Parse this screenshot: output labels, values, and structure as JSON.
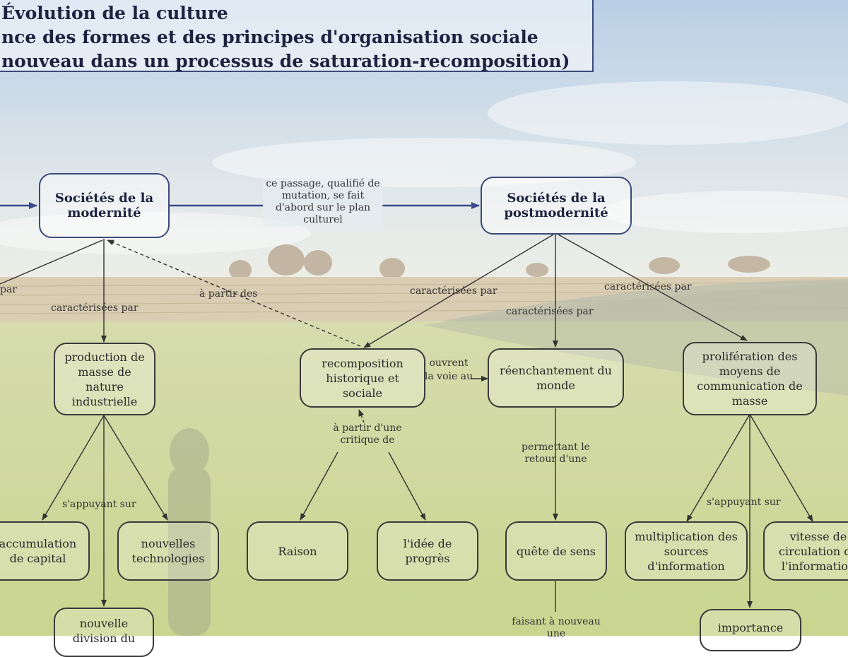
{
  "title": {
    "line1": "Évolution de la culture",
    "line2": "nce des formes et des principes d'organisation sociale",
    "line3": "nouveau dans un processus de saturation-recomposition)"
  },
  "nodes": {
    "modernite": "Sociétés de la modernité",
    "postmodernite": "Sociétés de la postmodernité",
    "production": "production de masse de nature industrielle",
    "recomposition": "recomposition historique et sociale",
    "reenchantement": "réenchantement du monde",
    "proliferation": "prolifération des moyens de communication de masse",
    "accumulation": "accumulation de capital",
    "technologies": "nouvelles technologies",
    "raison": "Raison",
    "progres": "l'idée de progrès",
    "quete": "quête de sens",
    "multiplication": "multiplication des sources d'information",
    "vitesse": "vitesse de circulation de l'information",
    "nouvelle": "nouvelle division du",
    "importance": "importance"
  },
  "labels": {
    "passage": "ce passage, qualifié de mutation, se fait d'abord sur le plan culturel",
    "par_left": "par",
    "caracterisees_1": "caractérisées par",
    "a_partir_des": "à partir des",
    "caracterisees_2": "caractérisées par",
    "caracterisees_3": "caractérisées par",
    "caracterisees_4": "caractérisées par",
    "ouvrent": "ouvrent la voie au",
    "critique": "à partir d'une critique de",
    "permettant": "permettant le retour d'une",
    "appuyant_1": "s'appuyant sur",
    "appuyant_2": "s'appuyant sur",
    "faisant": "faisant à nouveau une"
  }
}
